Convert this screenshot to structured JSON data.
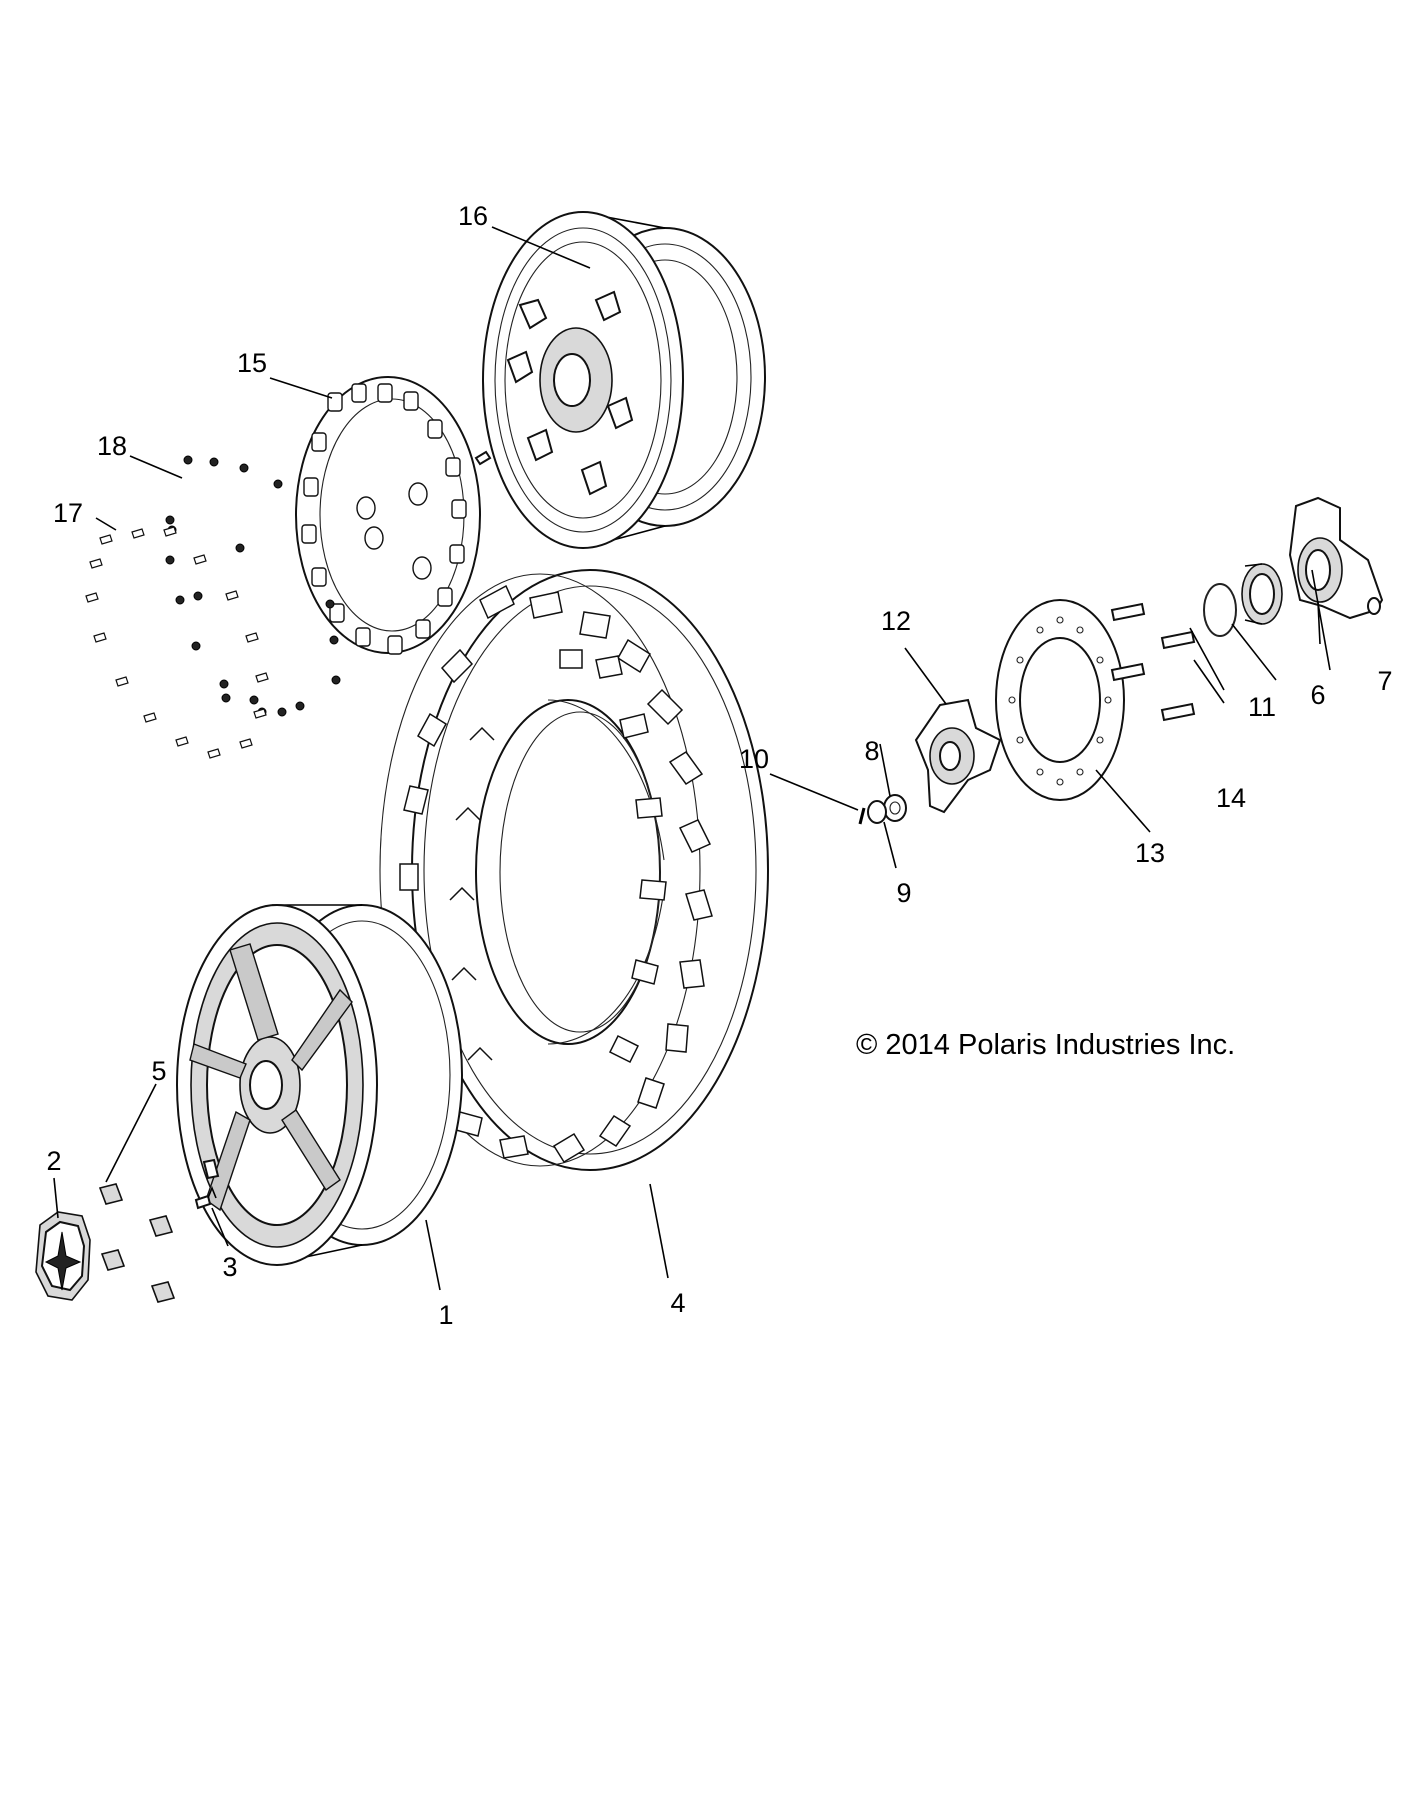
{
  "copyright": "© 2014 Polaris Industries Inc.",
  "callouts": [
    {
      "id": "1",
      "text": "1"
    },
    {
      "id": "2",
      "text": "2"
    },
    {
      "id": "3",
      "text": "3"
    },
    {
      "id": "4",
      "text": "4"
    },
    {
      "id": "5",
      "text": "5"
    },
    {
      "id": "6",
      "text": "6"
    },
    {
      "id": "7",
      "text": "7"
    },
    {
      "id": "8",
      "text": "8"
    },
    {
      "id": "9",
      "text": "9"
    },
    {
      "id": "10",
      "text": "10"
    },
    {
      "id": "11",
      "text": "11"
    },
    {
      "id": "12",
      "text": "12"
    },
    {
      "id": "13",
      "text": "13"
    },
    {
      "id": "14",
      "text": "14"
    },
    {
      "id": "15",
      "text": "15"
    },
    {
      "id": "16",
      "text": "16"
    },
    {
      "id": "17",
      "text": "17"
    },
    {
      "id": "18",
      "text": "18"
    }
  ]
}
